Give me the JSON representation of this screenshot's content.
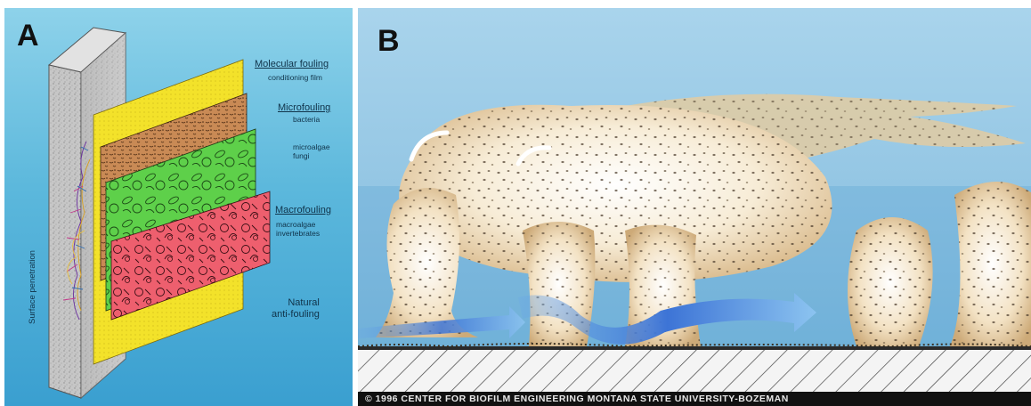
{
  "panel_a": {
    "label": "A",
    "side_label": "Surface penetration",
    "annotations": [
      {
        "heading": "Molecular fouling",
        "sub": "conditioning film"
      },
      {
        "heading": "Microfouling",
        "sub": "bacteria"
      },
      {
        "heading": "",
        "sub": "microalgae\nfungi"
      },
      {
        "heading": "Macrofouling",
        "sub": "macroalgae\ninvertebrates"
      },
      {
        "heading": "",
        "sub": "Natural\nanti-fouling"
      }
    ]
  },
  "panel_b": {
    "label": "B",
    "footer": "© 1996  CENTER FOR BIOFILM ENGINEERING   MONTANA STATE UNIVERSITY-BOZEMAN"
  },
  "colors": {
    "water_a": "#5cb8dc",
    "conditioning_film": "#f3e22a",
    "microfouling_layer": "#c98a55",
    "microalgae_layer": "#5ed04a",
    "macrofouling_layer": "#ee5f6e",
    "substrate": "#c9c9c9",
    "biofilm": "#f2ddb8",
    "flow_arrow": "#3d74d6"
  }
}
